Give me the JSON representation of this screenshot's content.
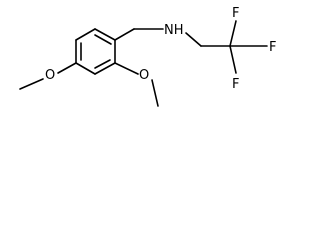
{
  "structure": {
    "atoms": {
      "nh": "NH",
      "f_top": "F",
      "f_right": "F",
      "f_bottom": "F",
      "o_left": "O",
      "o_right": "O"
    },
    "colors": {
      "bond": "#000000",
      "text": "#000000",
      "background": "#ffffff"
    }
  }
}
